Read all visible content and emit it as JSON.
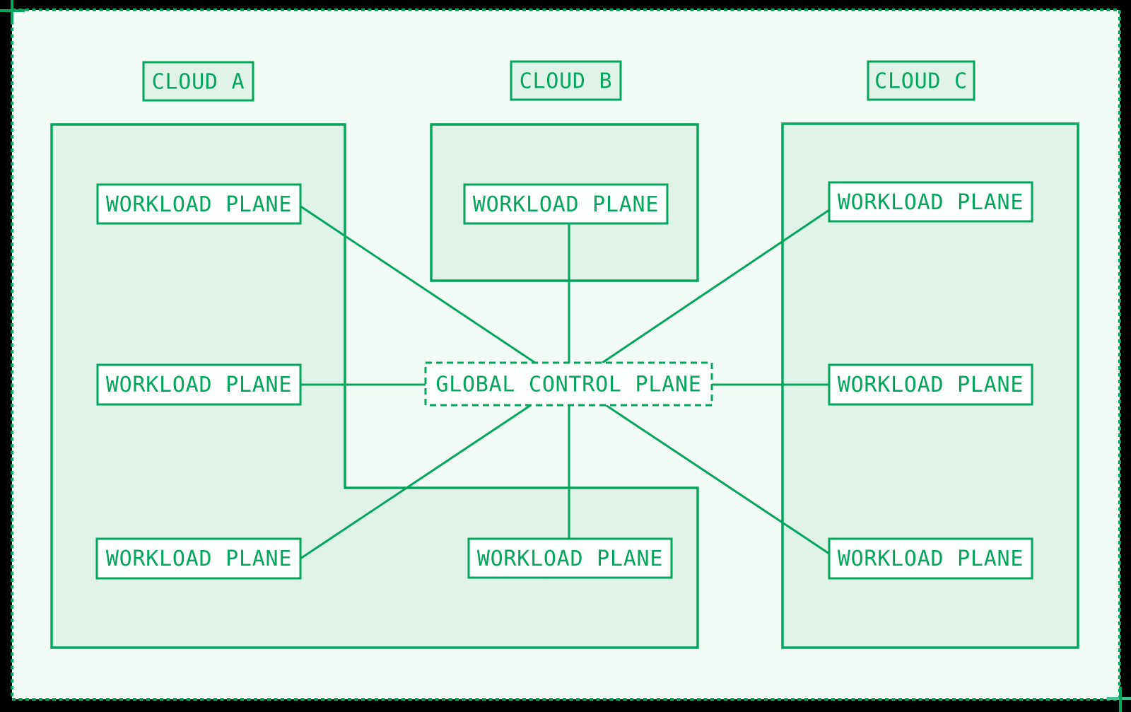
{
  "colors": {
    "green": "#04A55C",
    "teal_mark": "#3CC493",
    "region_fill": "#DFF3E8",
    "page_bg": "#F2FBF6",
    "box_fill": "#FDFFFE",
    "canvas_bg": "#000000"
  },
  "control_plane": {
    "label": "GLOBAL CONTROL PLANE"
  },
  "columns": [
    {
      "cloud_label": "CLOUD A",
      "planes": [
        "WORKLOAD PLANE",
        "WORKLOAD PLANE",
        "WORKLOAD PLANE"
      ]
    },
    {
      "cloud_label": "CLOUD B",
      "planes": [
        "WORKLOAD PLANE",
        "WORKLOAD PLANE"
      ]
    },
    {
      "cloud_label": "CLOUD C",
      "planes": [
        "WORKLOAD PLANE",
        "WORKLOAD PLANE",
        "WORKLOAD PLANE"
      ]
    }
  ]
}
